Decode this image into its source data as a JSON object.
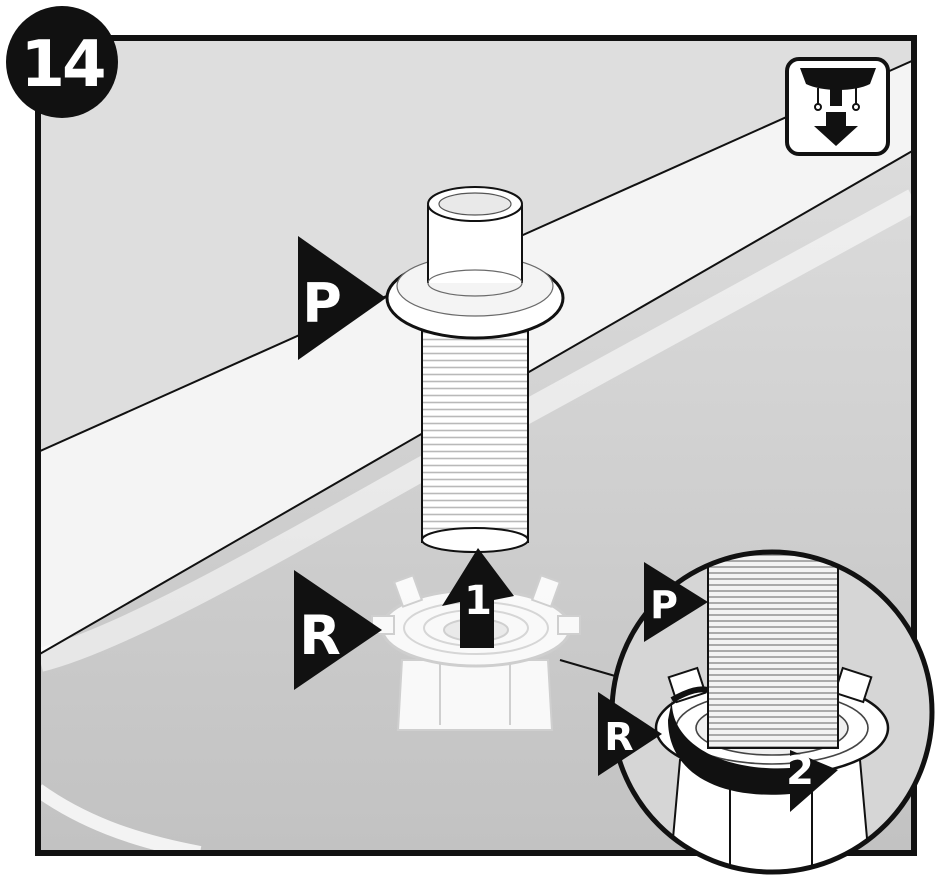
{
  "step": {
    "number": "14"
  },
  "labels": {
    "part_p": "P",
    "part_r": "R",
    "detail_p": "P",
    "detail_r": "R"
  },
  "actions": {
    "step_1": "1",
    "step_2": "2"
  },
  "icons": {
    "corner": "under-sink-install-icon"
  },
  "colors": {
    "outline": "#111111",
    "sink_light": "#e6e6e6",
    "sink_shadow": "#c9c9c9",
    "background": "#ffffff"
  }
}
